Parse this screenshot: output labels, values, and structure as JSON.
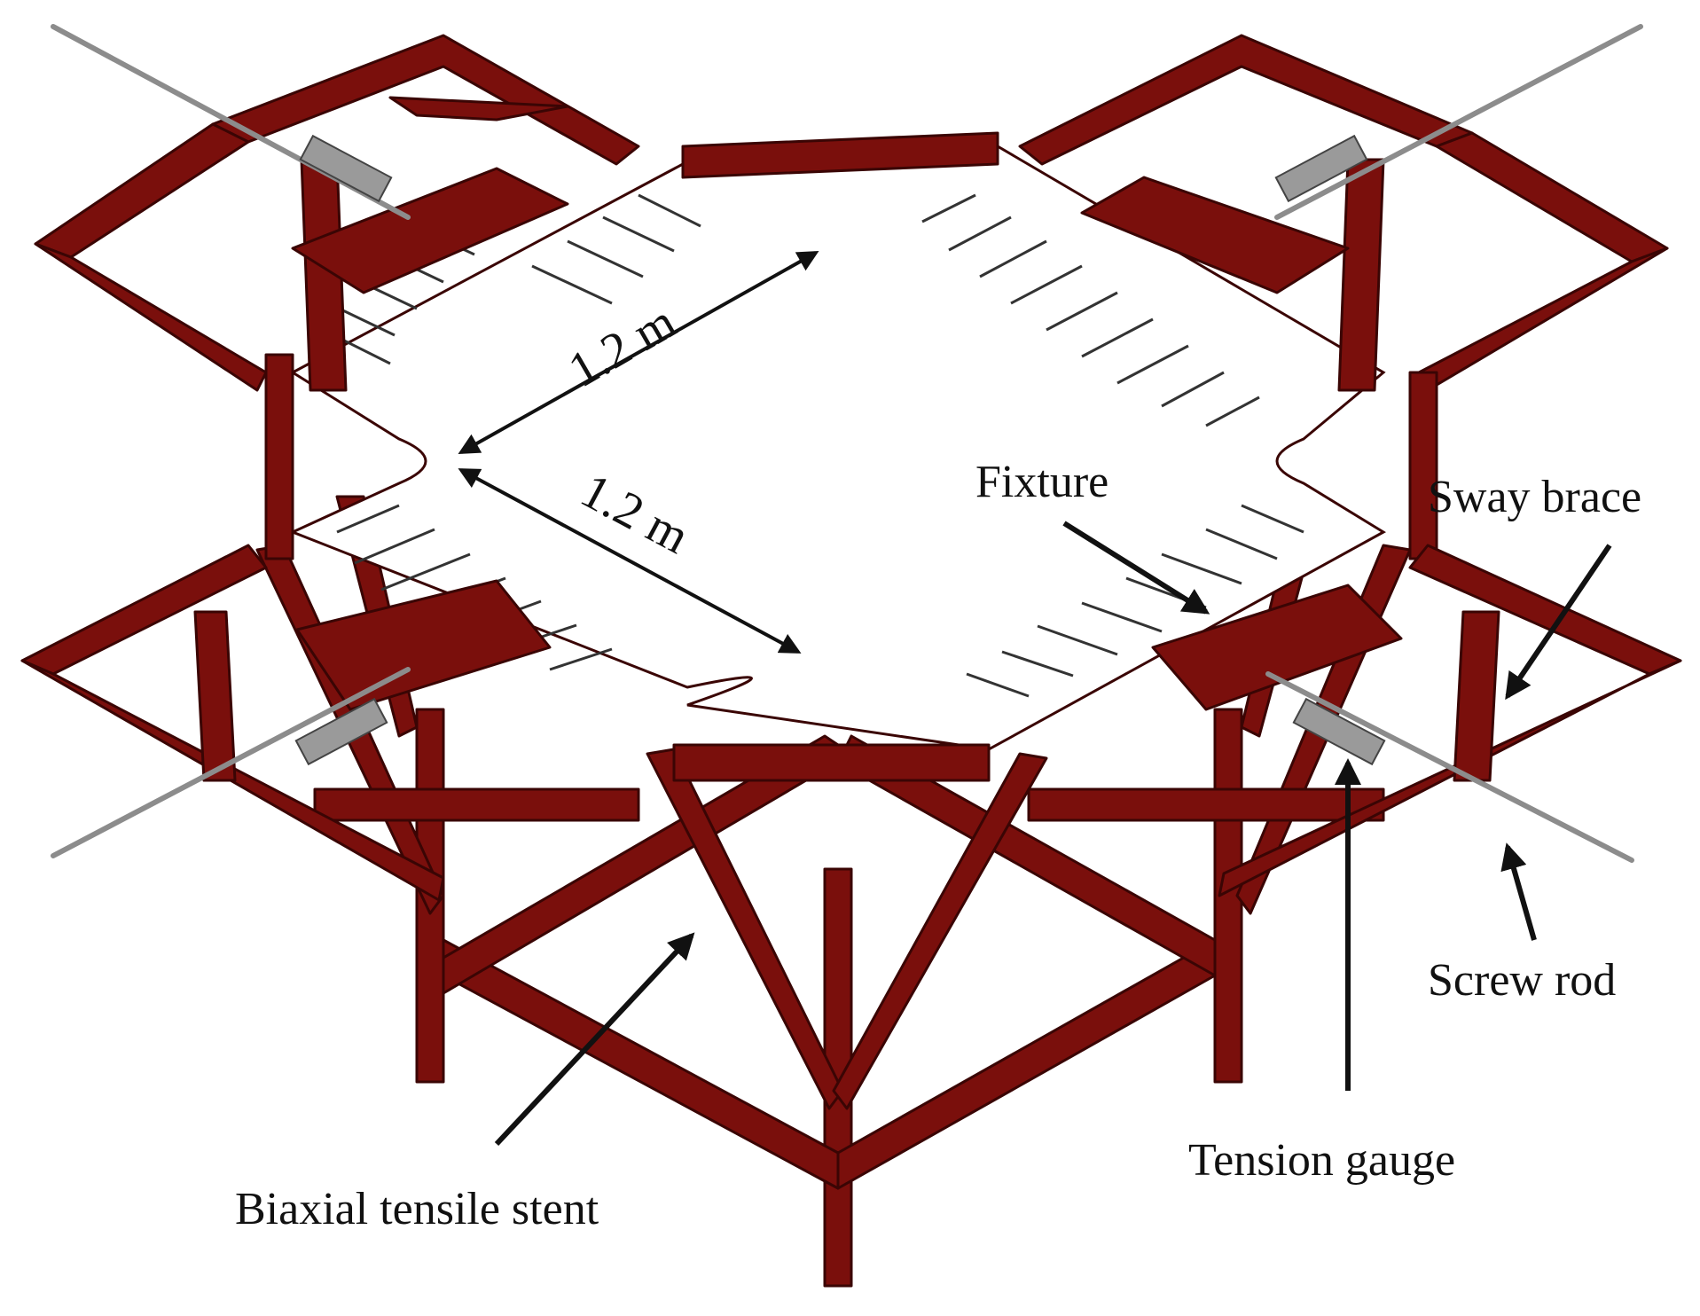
{
  "labels": {
    "fixture": "Fixture",
    "sway_brace": "Sway brace",
    "screw_rod": "Screw rod",
    "tension_gauge": "Tension gauge",
    "biaxial_tensile_stent": "Biaxial tensile stent"
  },
  "dimensions": {
    "upper": "1.2 m",
    "lower": "1.2 m"
  },
  "colors": {
    "frame": "#7a0f0c",
    "frame_dark": "#4a0605",
    "frame_light": "#9a1a15",
    "membrane": "#ffffff",
    "rod": "#9a9a9a",
    "arrow": "#111111"
  }
}
